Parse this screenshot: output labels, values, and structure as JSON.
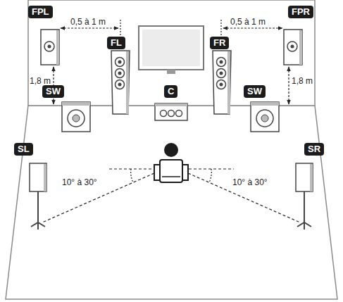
{
  "diagram": {
    "nodes": [
      {
        "text": [
          "FPL"
        ]
      },
      {
        "text": [
          "FPR"
        ]
      },
      {
        "text": [
          "FL"
        ]
      },
      {
        "text": [
          "FR"
        ]
      },
      {
        "text": [
          "SW"
        ]
      },
      {
        "text": [
          "C"
        ]
      },
      {
        "text": [
          "SW"
        ]
      },
      {
        "text": [
          "SL"
        ]
      },
      {
        "text": [
          "SR"
        ]
      }
    ],
    "labels": [
      "0,5 à 1 m",
      "0,5 à 1 m",
      "1,8 m",
      "1,8 m",
      "10° à 30°",
      "10° à 30°"
    ]
  }
}
